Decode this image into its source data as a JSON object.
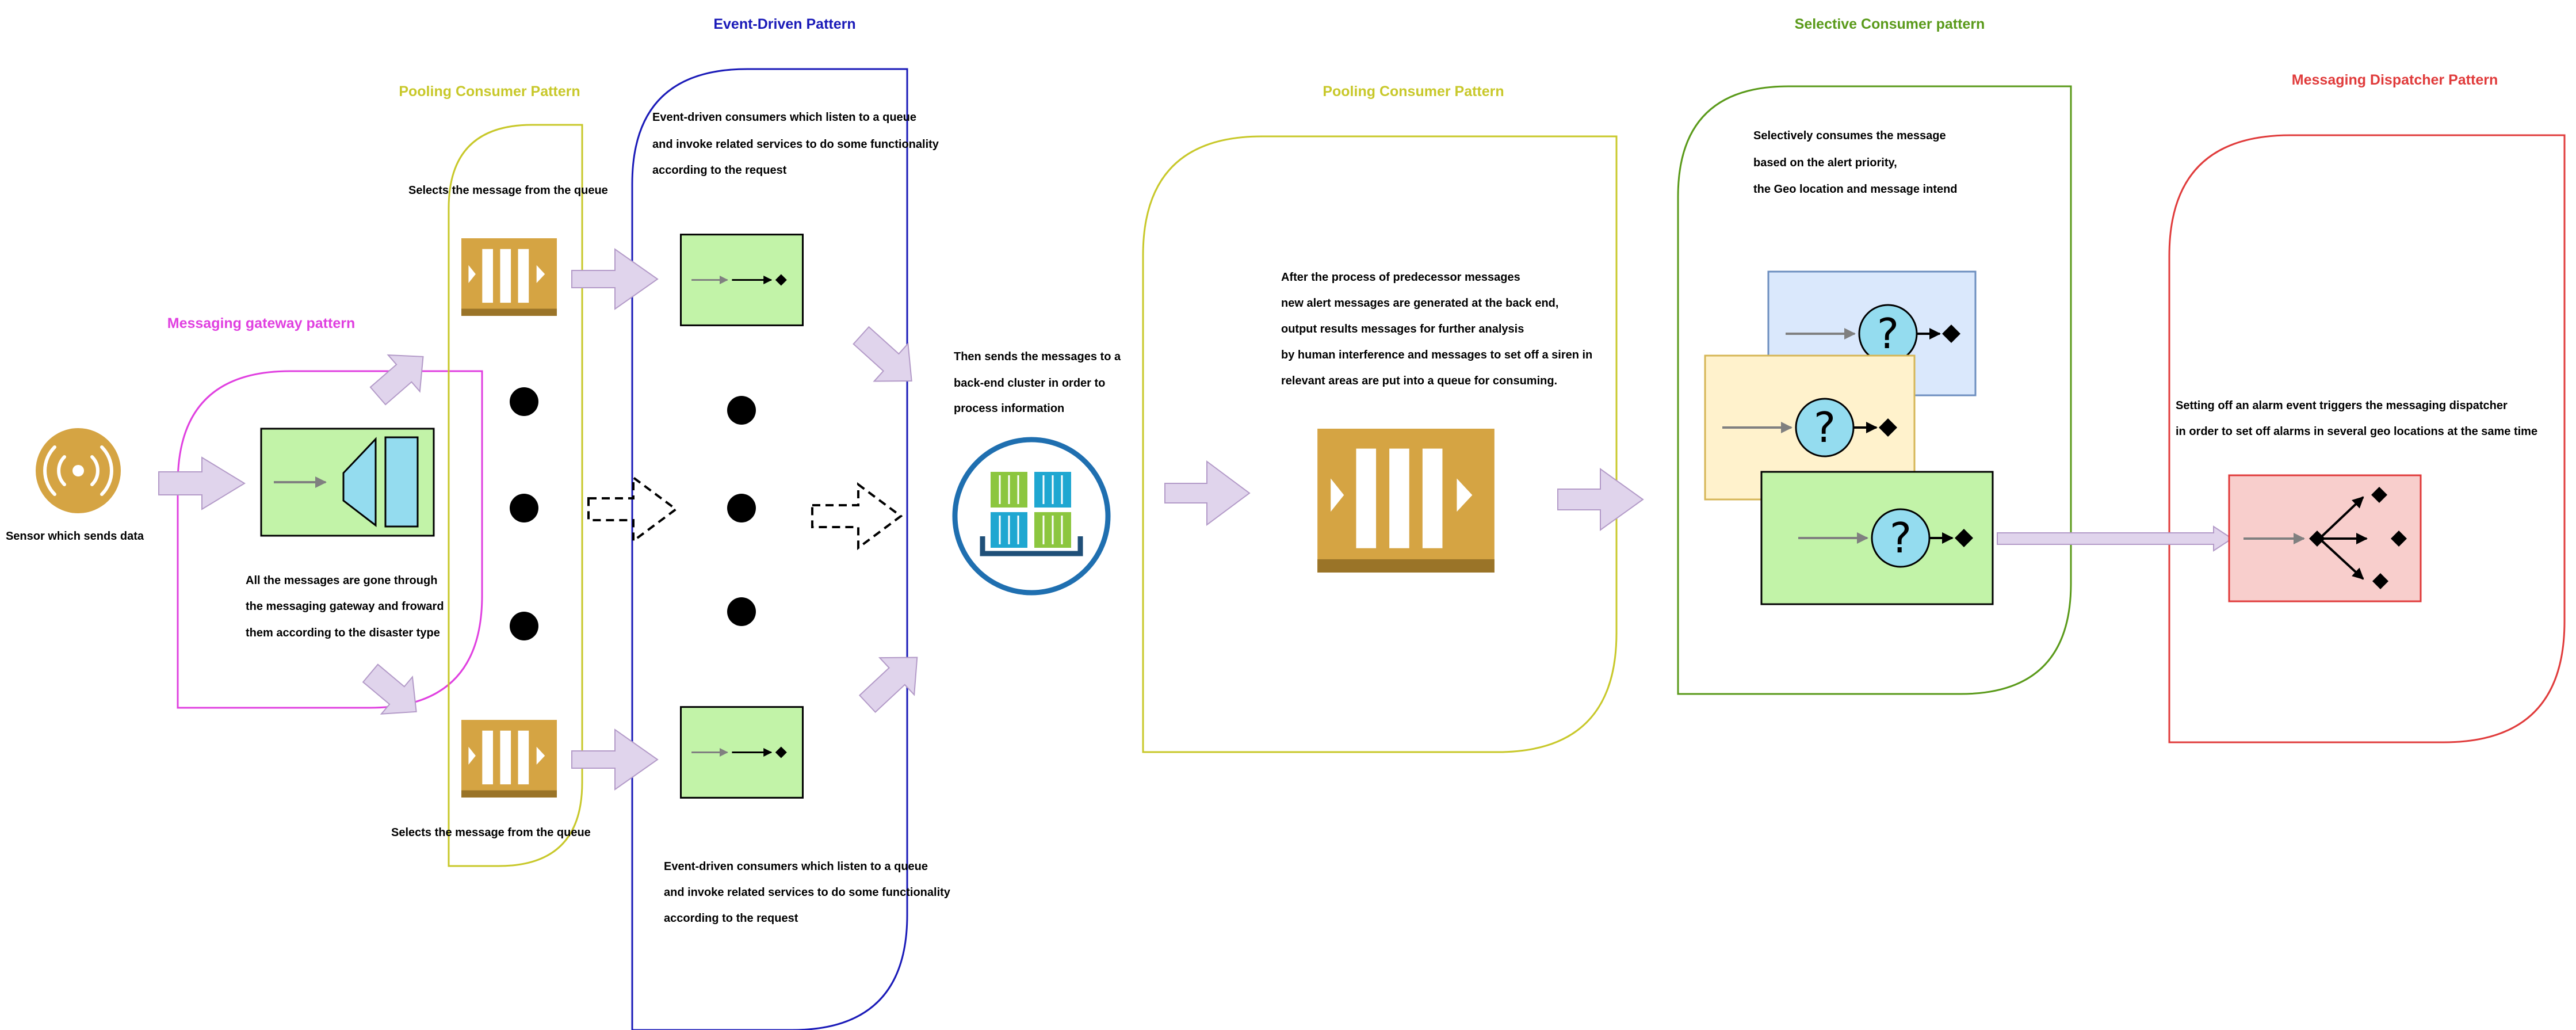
{
  "titles": {
    "gateway": "Messaging gateway pattern",
    "pooling_1": "Pooling Consumer Pattern",
    "event_driven": "Event-Driven Pattern",
    "pooling_2": "Pooling Consumer Pattern",
    "selective": "Selective Consumer pattern",
    "dispatcher": "Messaging Dispatcher Pattern"
  },
  "colors": {
    "gateway": "#e040e0",
    "pooling": "#c8c82a",
    "event_driven": "#1a1ab8",
    "selective": "#5a9a1a",
    "dispatcher": "#e03b3b",
    "queue": "#d5a443",
    "queue_base": "#9a7428",
    "flow_arrow": "#e0d4ec",
    "flow_arrow_stroke": "#b39ac8",
    "green_box": "#c2f3a8",
    "cluster_ring": "#1f6fb0"
  },
  "icons": {
    "sensor": "sensor-broadcast-icon",
    "gateway": "messaging-gateway-icon",
    "queue": "message-queue-icon",
    "consumer": "event-driven-consumer-icon",
    "cluster": "container-cluster-icon",
    "selective": "selective-consumer-icon",
    "dispatcher": "message-dispatcher-icon"
  },
  "labels": {
    "sensor": "Sensor which sends data",
    "gateway": [
      "All the messages are gone through",
      "the messaging gateway and froward",
      "them according to the disaster type"
    ],
    "pool_top": "Selects the message from the queue",
    "pool_bottom": "Selects the message from the queue",
    "event_top": [
      "Event-driven consumers which listen to a queue",
      "and invoke related services to do some functionality",
      "according to the request"
    ],
    "event_bottom": [
      "Event-driven consumers which listen to a queue",
      "and invoke related services to do some functionality",
      "according to the request"
    ],
    "cluster": [
      "Then sends the messages to a",
      "back-end cluster in order to",
      " process information"
    ],
    "pooling_2": [
      "After the process of predecessor messages",
      "new alert messages are generated at the back end,",
      "output results messages for further analysis",
      "by human interference and messages to set off a siren in",
      "relevant areas are put into a queue for consuming."
    ],
    "selective": [
      "Selectively consumes the message",
      "based on the alert priority,",
      "the Geo location and message intend"
    ],
    "dispatcher": [
      "Setting off an alarm event triggers the messaging dispatcher",
      "in order to set off alarms in several geo locations at the same time"
    ]
  }
}
